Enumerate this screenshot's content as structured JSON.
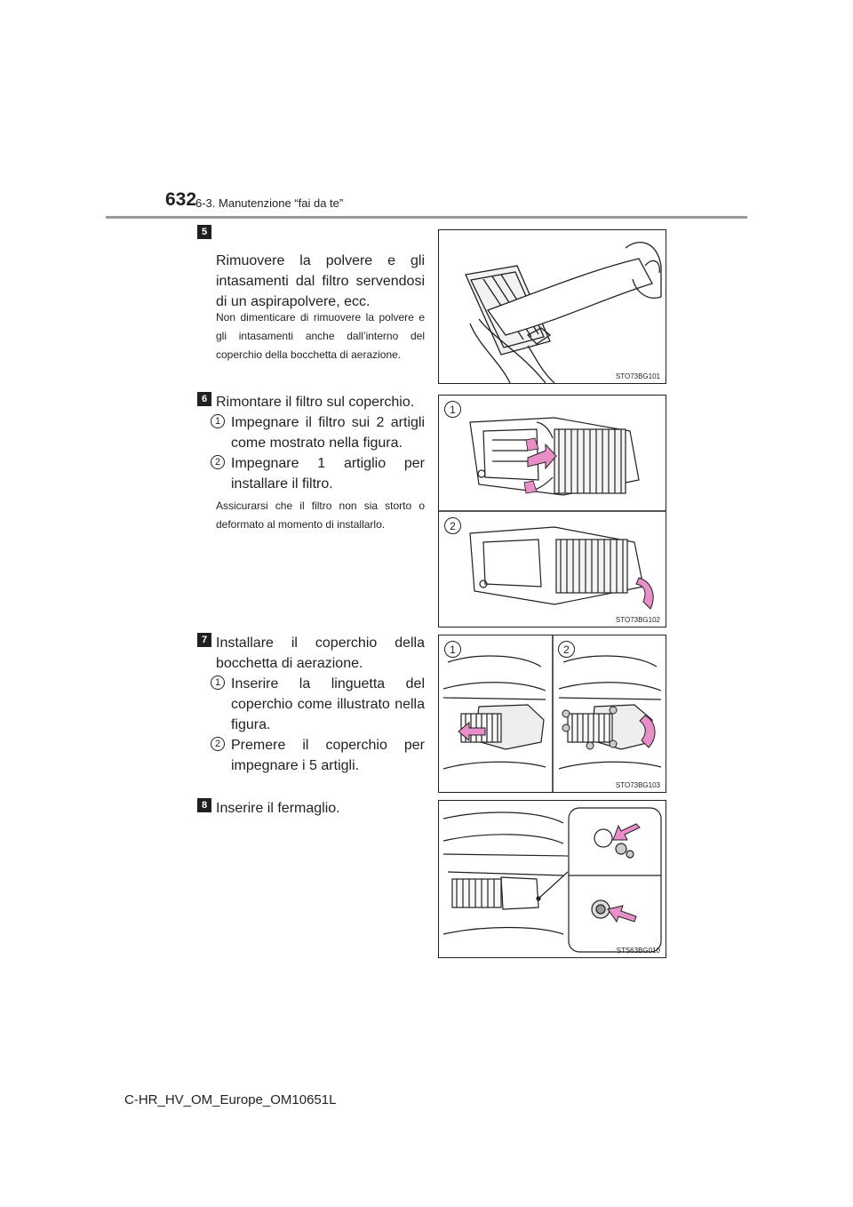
{
  "header": {
    "page_number": "632",
    "section": "6-3. Manutenzione “fai da te”"
  },
  "steps": [
    {
      "badge": "5",
      "text": "Rimuovere la polvere e gli intasamenti dal filtro servendosi di un aspirapolvere, ecc.",
      "note": "Non dimenticare di rimuovere la polvere e gli intasamenti anche dall’interno del coperchio della bocchetta di aerazione.",
      "figure_code": "STO73BG101"
    },
    {
      "badge": "6",
      "text": "Rimontare il filtro sul coperchio.",
      "substeps": [
        {
          "badge": "1",
          "text": "Impegnare il filtro sui 2 artigli come mostrato nella figura."
        },
        {
          "badge": "2",
          "text": "Impegnare 1 artiglio per installare il filtro."
        }
      ],
      "note": "Assicurarsi che il filtro non sia storto o deformato al momento di installarlo.",
      "figure_code": "STO73BG102",
      "figure_labels": [
        "1",
        "2"
      ]
    },
    {
      "badge": "7",
      "text": "Installare il coperchio della bocchetta di aerazione.",
      "substeps": [
        {
          "badge": "1",
          "text": "Inserire la linguetta del coperchio come illustrato nella figura."
        },
        {
          "badge": "2",
          "text": "Premere il coperchio per impegnare i 5 artigli."
        }
      ],
      "figure_code": "STO73BG103",
      "figure_labels": [
        "1",
        "2"
      ]
    },
    {
      "badge": "8",
      "text": "Inserire il fermaglio.",
      "figure_code": "STS63BG010"
    }
  ],
  "footer": {
    "document_id": "C-HR_HV_OM_Europe_OM10651L"
  },
  "colors": {
    "arrow": "#e88ec8",
    "text": "#231f20",
    "rule": "#9a9a9a"
  }
}
